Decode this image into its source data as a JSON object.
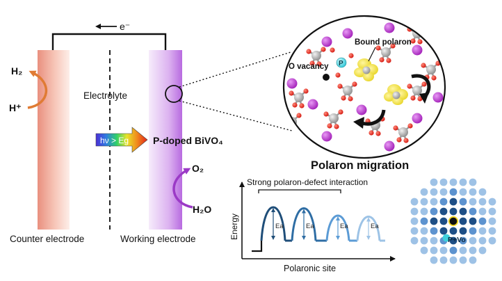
{
  "cell": {
    "electron_label": "e⁻",
    "electrolyte_label": "Electrolyte",
    "counter_electrode_label": "Counter electrode",
    "working_electrode_label": "Working electrode",
    "h2": "H₂",
    "h_plus": "H⁺",
    "o2": "O₂",
    "h2o": "H₂O",
    "light_label": "hν > Eg",
    "material_label": "P-doped BiVO₄"
  },
  "zoom": {
    "o_vacancy_label": "O vacancy",
    "p_label": "P",
    "bound_polaron_label": "Bound polaron"
  },
  "migration": {
    "title": "Polaron migration",
    "bracket_label": "Strong polaron-defect interaction",
    "y_axis_label": "Energy",
    "x_axis_label": "Polaronic site",
    "barrier_label": "Ea",
    "barrier_colors": [
      "#1f4e79",
      "#2e6da4",
      "#5b9bd5",
      "#9dc3e6"
    ],
    "lattice_label": "P+Vo"
  }
}
